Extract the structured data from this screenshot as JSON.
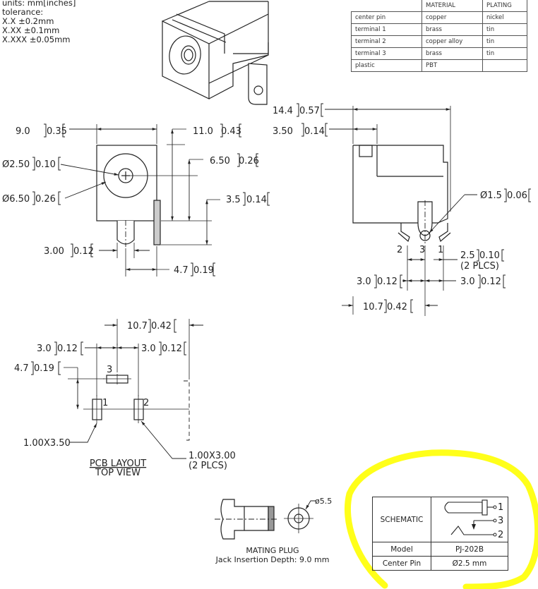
{
  "units_note": {
    "units": "units: mm[inches]",
    "tolerance": "tolerance:",
    "tol1": "X.X ±0.2mm",
    "tol2": "X.XX ±0.1mm",
    "tol3": "X.XXX ±0.05mm"
  },
  "materials": {
    "headers": [
      "",
      "MATERIAL",
      "PLATING"
    ],
    "rows": [
      [
        "center pin",
        "copper",
        "nickel"
      ],
      [
        "terminal 1",
        "brass",
        "tin"
      ],
      [
        "terminal 2",
        "copper alloy",
        "tin"
      ],
      [
        "terminal 3",
        "brass",
        "tin"
      ],
      [
        "plastic",
        "PBT",
        ""
      ]
    ]
  },
  "front_view": {
    "width_mm": "9.0",
    "width_in": "0.35",
    "height_mm": "11.0",
    "height_in": "0.43",
    "pin_dia_mm": "Ø2.50",
    "pin_dia_in": "0.10",
    "outer_dia_mm": "Ø6.50",
    "outer_dia_in": "0.26",
    "center_h_mm": "6.50",
    "center_h_in": "0.26",
    "base_h_mm": "3.5",
    "base_h_in": "0.14",
    "pin_w_mm": "3.00",
    "pin_w_in": "0.12",
    "offset_mm": "4.7",
    "offset_in": "0.19"
  },
  "side_view": {
    "length_mm": "14.4",
    "length_in": "0.57",
    "front_mm": "3.50",
    "front_in": "0.14",
    "hole_mm": "Ø1.5",
    "hole_in": "0.06",
    "pin1": "1",
    "pin2": "2",
    "pin3": "3",
    "pitch_mm": "2.5",
    "pitch_in": "0.10",
    "plcs": "(2 PLCS)",
    "left_mm": "3.0",
    "left_in": "0.12",
    "right_mm": "3.0",
    "right_in": "0.12",
    "span_mm": "10.7",
    "span_in": "0.42"
  },
  "pcb_layout": {
    "span_mm": "10.7",
    "span_in": "0.42",
    "left_mm": "3.0",
    "left_in": "0.12",
    "right_mm": "3.0",
    "right_in": "0.12",
    "vert_mm": "4.7",
    "vert_in": "0.19",
    "pad1": "1",
    "pad2": "2",
    "pad3": "3",
    "slot1": "1.00X3.50",
    "slot2": "1.00X3.00",
    "slot2_note": "(2 PLCS)",
    "title": "PCB LAYOUT",
    "subtitle": "TOP VIEW"
  },
  "mating_plug": {
    "dia": "ø5.5",
    "title": "MATING PLUG",
    "subtitle": "Jack Insertion Depth: 9.0 mm"
  },
  "spec_table": {
    "schematic_label": "SCHEMATIC",
    "pin1": "1",
    "pin3": "3",
    "pin2": "2",
    "model_label": "Model",
    "model_value": "PJ-202B",
    "center_pin_label": "Center Pin",
    "center_pin_value": "Ø2.5 mm"
  },
  "colors": {
    "line": "#222222",
    "highlight": "#ffff1a"
  }
}
